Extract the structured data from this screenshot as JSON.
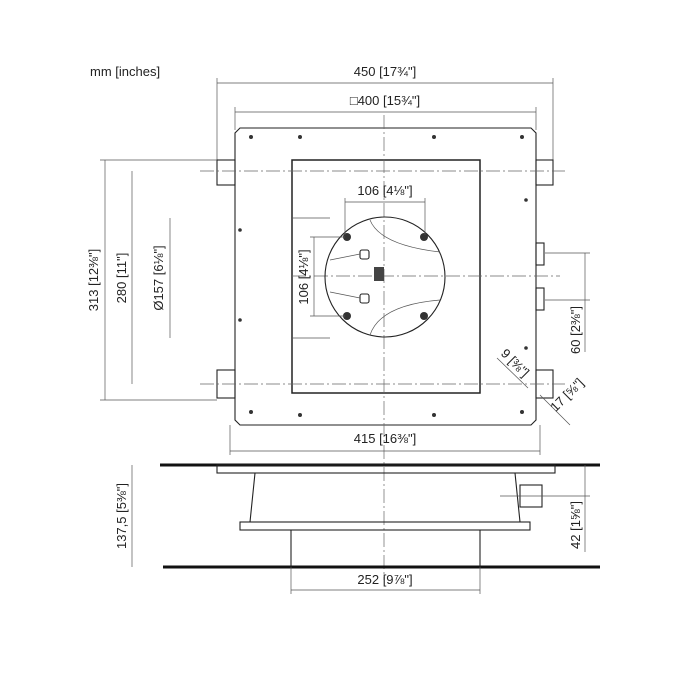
{
  "units_label": "mm [inches]",
  "dimensions": {
    "overall_width": "450 [17¾\"]",
    "square_size": "□400 [15¾\"]",
    "hole_spacing_h": "106 [4⅛\"]",
    "hole_spacing_v": "106 [4⅛\"]",
    "overall_height": "313 [12⅜\"]",
    "inner_height": "280 [11\"]",
    "diameter": "Ø157 [6⅛\"]",
    "connector_spacing": "60 [2⅜\"]",
    "slot_width": "9 [⅜\"]",
    "slot_offset": "17 [⅝\"]",
    "bottom_width": "415 [16⅜\"]",
    "total_depth": "137,5 [5⅜\"]",
    "connector_depth": "42 [1⅝\"]",
    "cylinder_width": "252 [9⅞\"]"
  }
}
